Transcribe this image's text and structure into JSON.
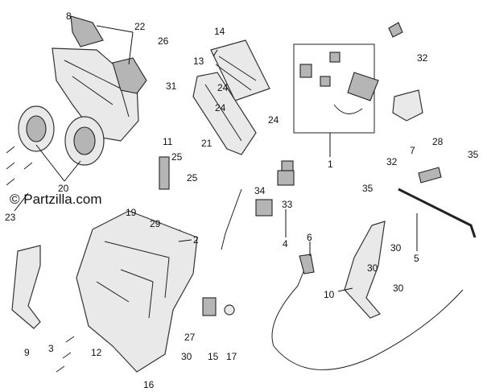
{
  "watermark": "© Partzilla.com",
  "callouts": [
    "1",
    "2",
    "3",
    "4",
    "5",
    "6",
    "7",
    "8",
    "9",
    "10",
    "11",
    "12",
    "13",
    "14",
    "15",
    "16",
    "17",
    "19",
    "20",
    "21",
    "22",
    "23",
    "24",
    "24",
    "24",
    "25",
    "25",
    "26",
    "27",
    "28",
    "29",
    "30",
    "30",
    "30",
    "30",
    "31",
    "32",
    "32",
    "33",
    "34",
    "35",
    "35"
  ]
}
